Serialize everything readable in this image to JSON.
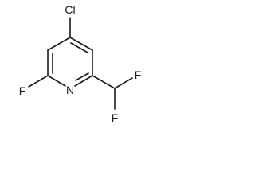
{
  "molecule": {
    "atoms": {
      "chlorine": "Cl",
      "fluorine_ring": "F",
      "nitrogen": "N",
      "fluorine_upper": "F",
      "fluorine_lower": "F"
    }
  }
}
